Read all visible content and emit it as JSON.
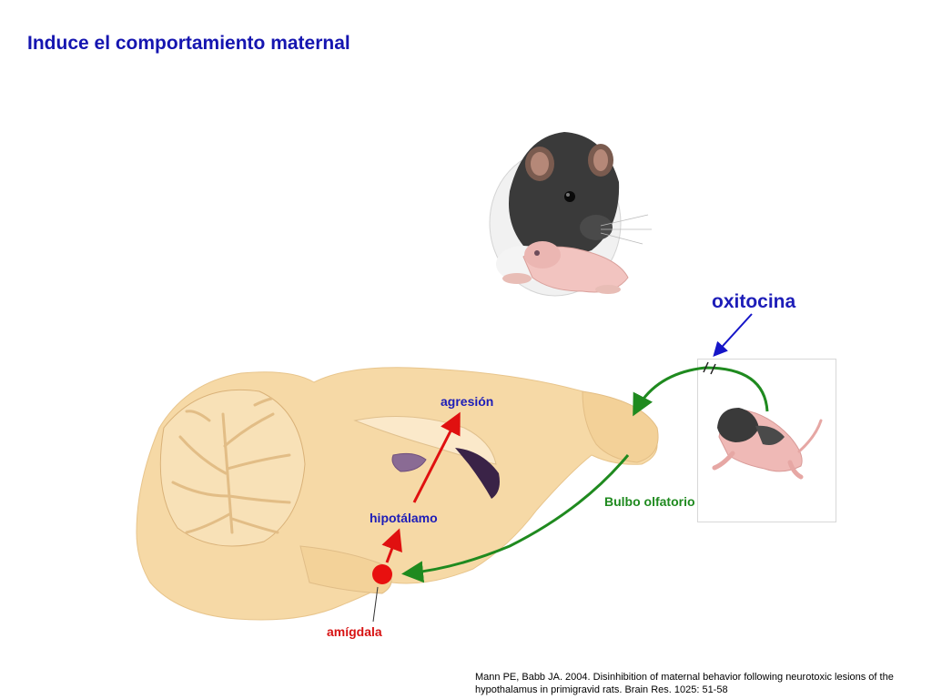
{
  "slide": {
    "title": "Induce el comportamiento maternal"
  },
  "labels": {
    "oxytocin": "oxitocina",
    "aggression": "agresión",
    "hypothalamus": "hipotálamo",
    "olfactory_bulb": "Bulbo olfatorio",
    "amygdala": "amígdala"
  },
  "citation": {
    "line1": "Mann PE, Babb JA. 2004. Disinhibition of maternal behavior following neurotoxic lesions of the",
    "line2": "hypothalamus in primigravid rats. Brain Res. 1025: 51-58"
  },
  "colors": {
    "title": "#1515b0",
    "brain": "#f6d9a6",
    "red_path": "#e01010",
    "green_path": "#1f8a1f",
    "blue_arrow": "#1515c8"
  }
}
